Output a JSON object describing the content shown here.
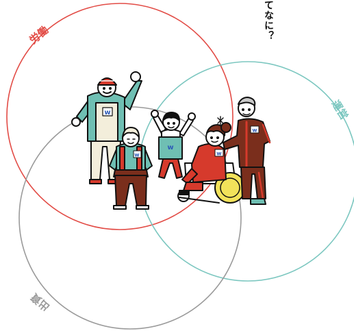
{
  "title": "てなに？",
  "circles": [
    {
      "label": "労働",
      "color": "#e24b45"
    },
    {
      "label": "運営",
      "color": "#7cc7c0"
    },
    {
      "label": "出資",
      "color": "#9a9a9a"
    }
  ],
  "badge_letter": "w",
  "colors": {
    "ink": "#111111",
    "teal": "#6fbfb3",
    "red": "#d63a2c",
    "brown": "#7a2e1c",
    "yellow": "#f2e25a",
    "cream": "#f3eedb",
    "badge_blue": "#2e5bb8"
  }
}
